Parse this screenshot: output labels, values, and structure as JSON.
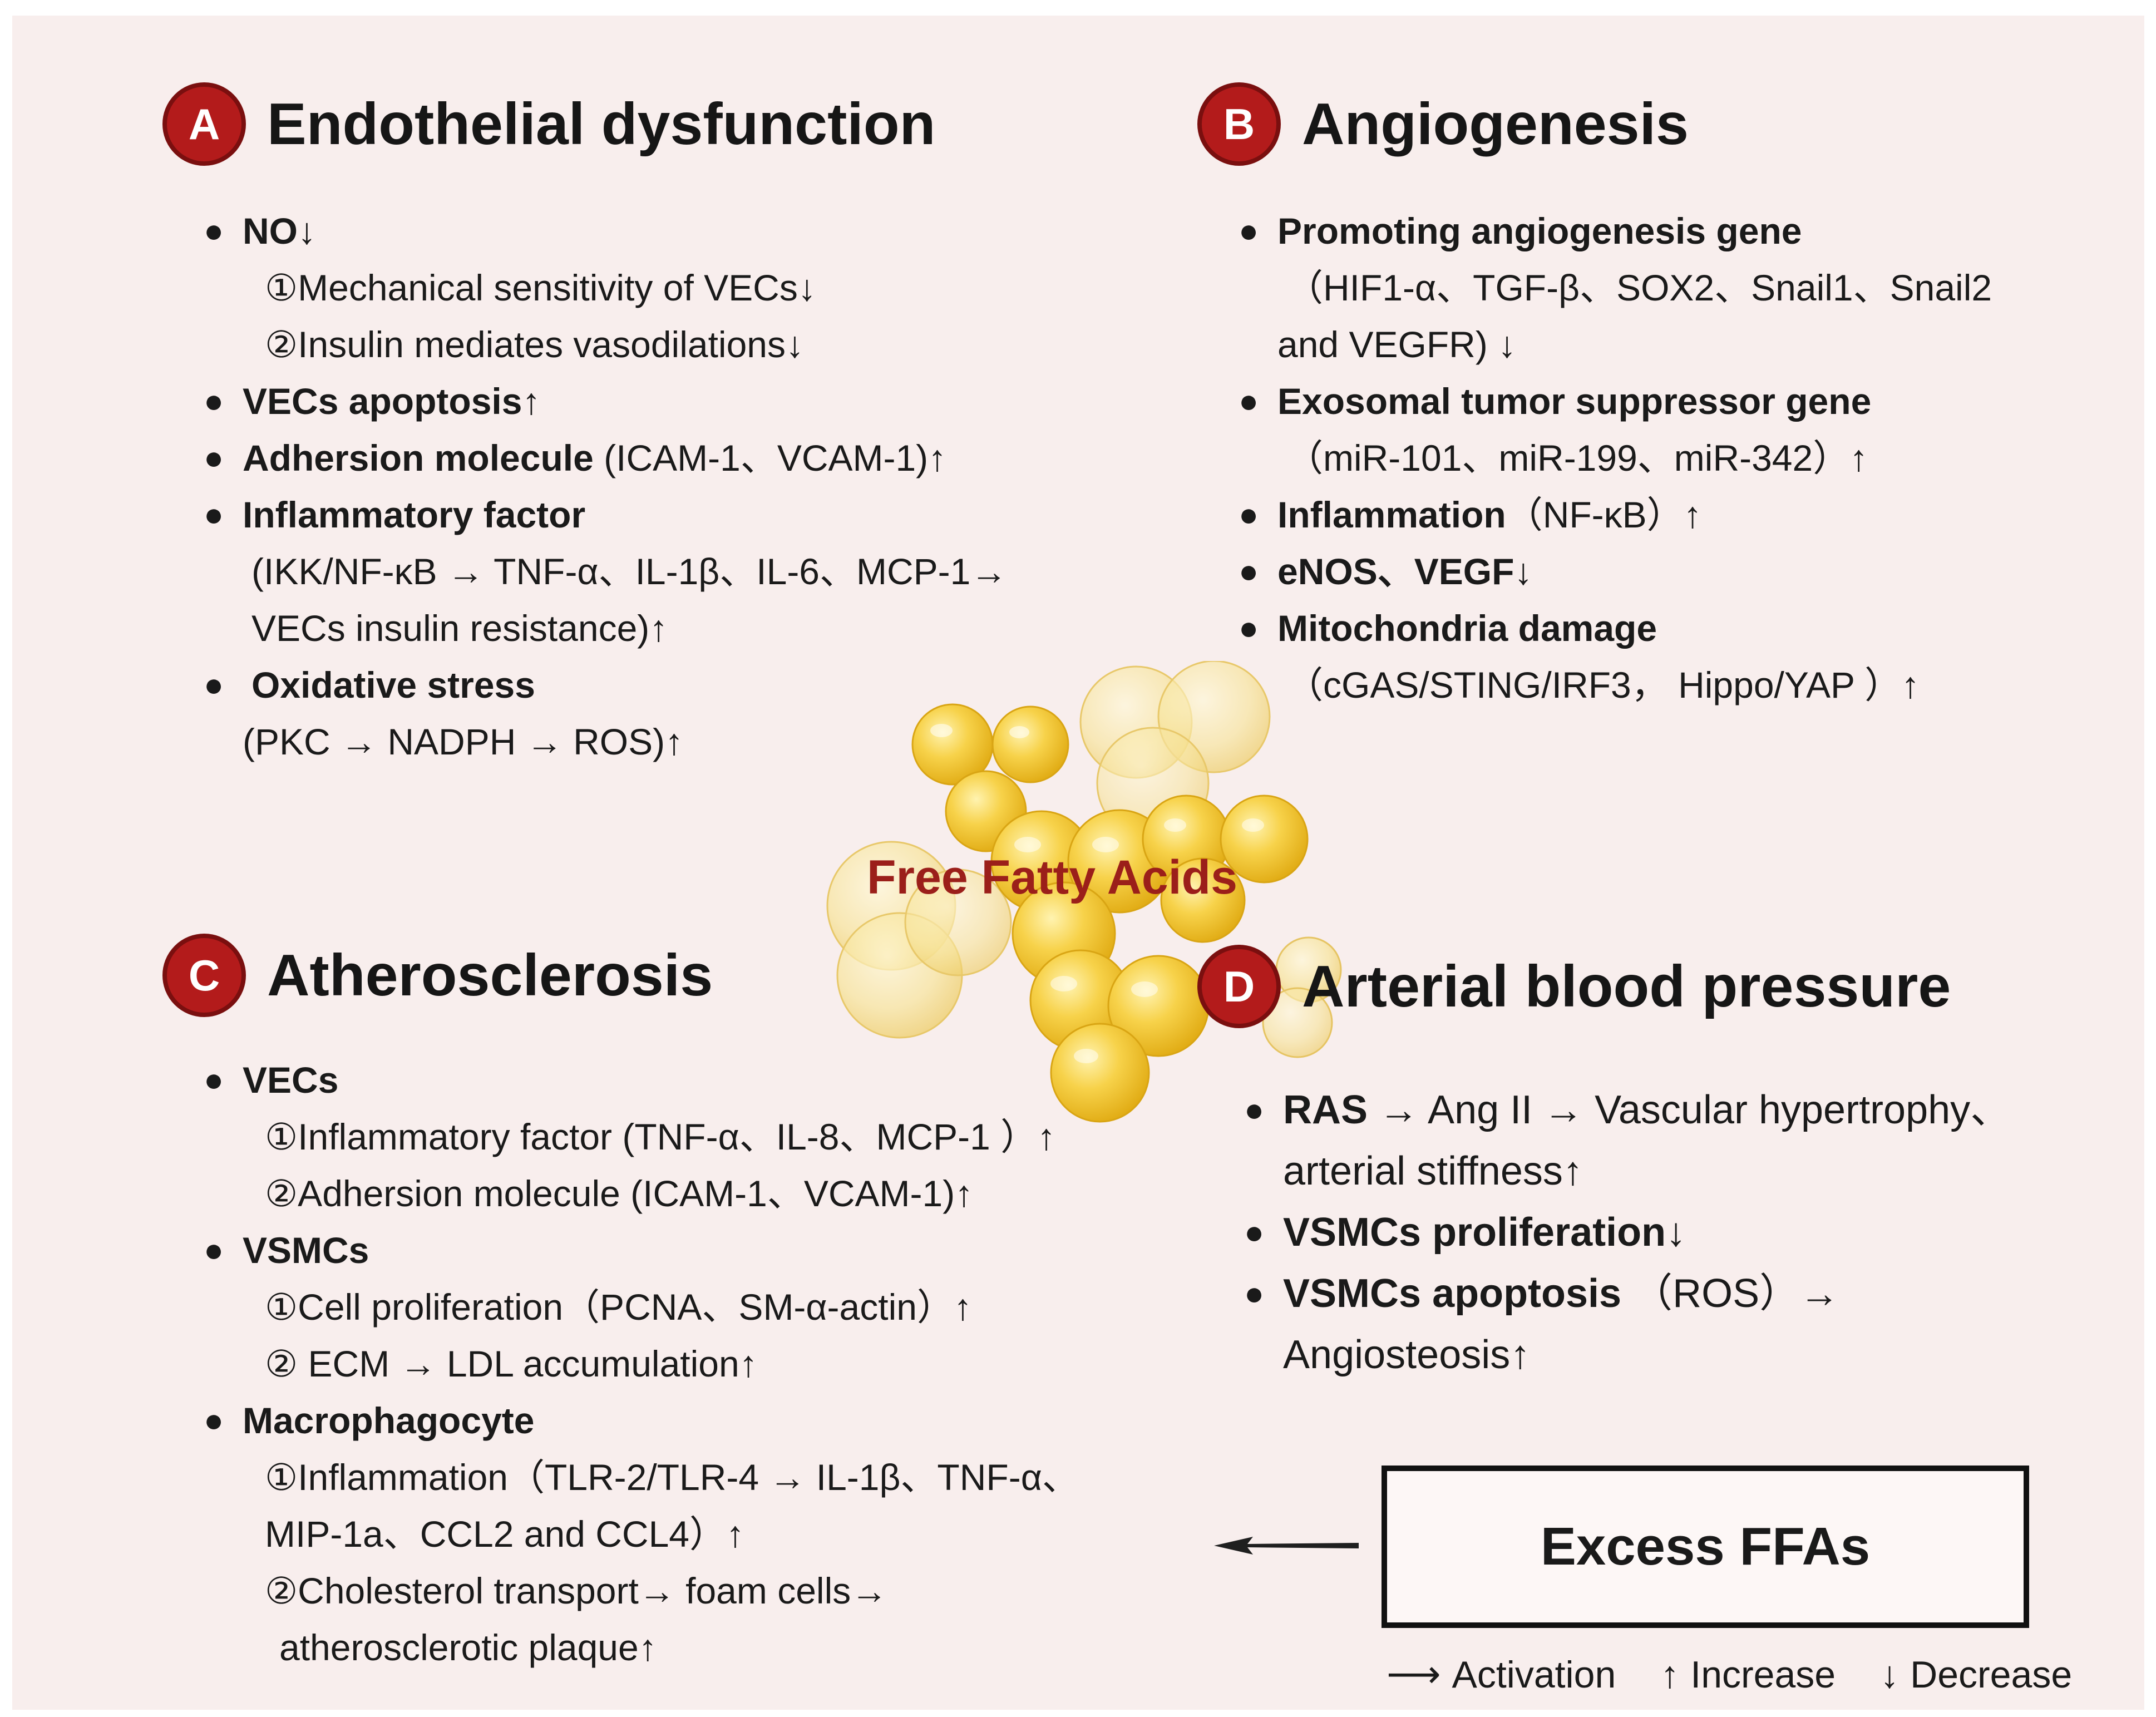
{
  "center_label": "Free Fatty Acids",
  "panels": {
    "a": {
      "badge": "A",
      "title": "Endothelial dysfunction",
      "no_lead": "NO↓",
      "no_sub1": "①Mechanical sensitivity of VECs↓",
      "no_sub2": "②Insulin mediates vasodilations↓",
      "apoptosis_lead": "VECs apoptosis↑",
      "adhesion_lead": "Adhersion molecule",
      "adhesion_detail": " (ICAM-1、VCAM-1)↑",
      "inflammatory_lead": "Inflammatory factor",
      "inflammatory_sub1": "(IKK/NF-κB → TNF-α、IL-1β、IL-6、MCP-1→",
      "inflammatory_sub2": "VECs insulin resistance)↑",
      "oxidative_lead": "Oxidative stress",
      "oxidative_sub": "(PKC → NADPH → ROS)↑"
    },
    "b": {
      "badge": "B",
      "title": "Angiogenesis",
      "promoting_lead": "Promoting angiogenesis gene",
      "promoting_sub1": "（HIF1-α、TGF-β、SOX2、Snail1、Snail2",
      "promoting_sub2": "and VEGFR) ↓",
      "exosomal_lead": "Exosomal tumor suppressor gene",
      "exosomal_sub": "（miR-101、miR-199、miR-342）↑",
      "inflammation_lead": "Inflammation",
      "inflammation_detail": "（NF-κB）↑",
      "enos_lead": "eNOS、VEGF↓",
      "mito_lead": "Mitochondria damage",
      "mito_sub": "（cGAS/STING/IRF3， Hippo/YAP ）↑"
    },
    "c": {
      "badge": "C",
      "title": "Atherosclerosis",
      "vecs_lead": "VECs",
      "vecs_sub1": "①Inflammatory factor (TNF-α、IL-8、MCP-1 ）↑",
      "vecs_sub2": "②Adhersion molecule (ICAM-1、VCAM-1)↑",
      "vsmcs_lead": "VSMCs",
      "vsmcs_sub1": "①Cell proliferation（PCNA、SM-α-actin）↑",
      "vsmcs_sub2": "② ECM → LDL accumulation↑",
      "macro_lead": "Macrophagocyte",
      "macro_sub1": "①Inflammation（TLR-2/TLR-4 → IL-1β、TNF-α、",
      "macro_sub2": "MIP-1a、CCL2 and CCL4）↑",
      "macro_sub3": "②Cholesterol transport→ foam cells→",
      "macro_sub4": "atherosclerotic plaque↑"
    },
    "d": {
      "badge": "D",
      "title": "Arterial blood pressure",
      "ras_lead": "RAS",
      "ras_detail": " → Ang II → Vascular hypertrophy、",
      "ras_sub": "arterial stiffness↑",
      "prolif_lead": "VSMCs proliferation↓",
      "apop_lead": "VSMCs apoptosis",
      "apop_detail": "（ROS）→",
      "apop_sub": "Angiosteosis↑"
    }
  },
  "excess_box": "Excess FFAs",
  "legend": {
    "activation_symbol": "⟶",
    "activation": "Activation",
    "increase_symbol": "↑",
    "increase": "Increase",
    "decrease_symbol": "↓",
    "decrease": "Decrease"
  },
  "colors": {
    "background": "#f8eeed",
    "badge": "#b31b1b",
    "center_label": "#9b1f1a",
    "fat_droplet": "#f2c12e"
  }
}
